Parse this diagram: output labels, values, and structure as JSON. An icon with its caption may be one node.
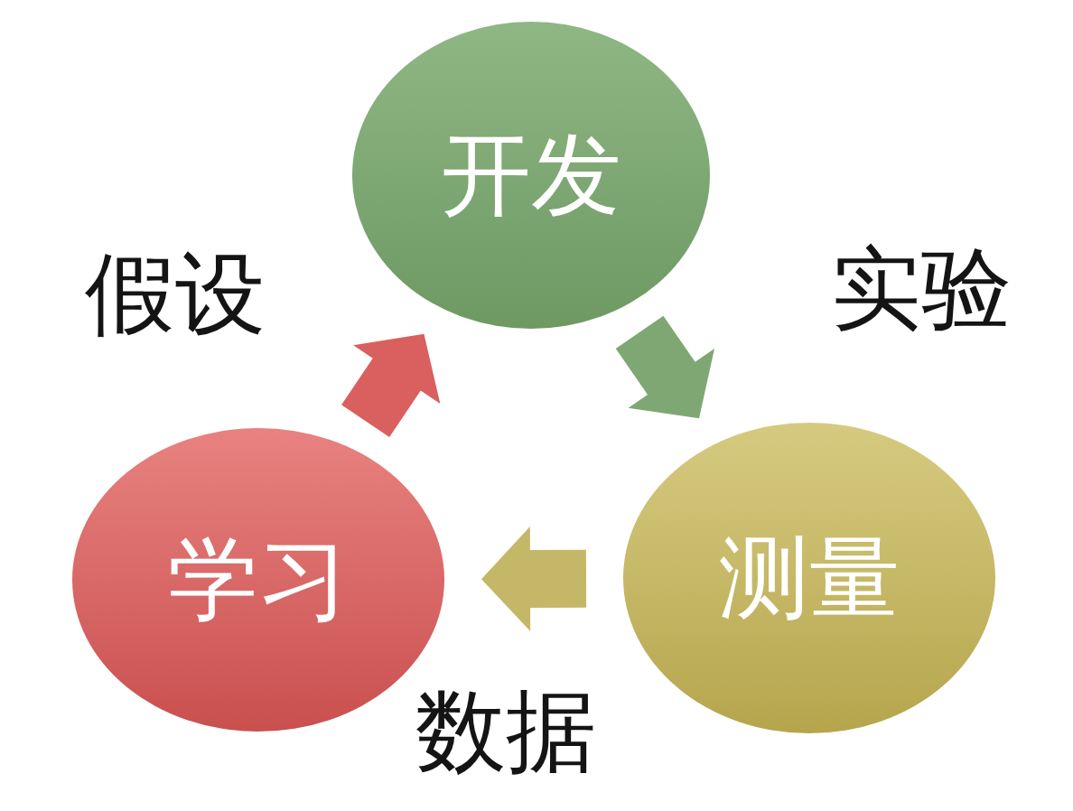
{
  "diagram": {
    "nodes": [
      {
        "text": [
          "开发"
        ]
      },
      {
        "text": [
          "学习"
        ]
      },
      {
        "text": [
          "测量"
        ]
      }
    ],
    "edges": [
      {
        "from": 0,
        "to": 2,
        "arrow": "to",
        "label": "实验",
        "color": "#7fa774"
      },
      {
        "from": 2,
        "to": 1,
        "arrow": "to",
        "label": "数据",
        "color": "#c4b868"
      },
      {
        "from": 1,
        "to": 0,
        "arrow": "to",
        "label": "假设",
        "color": "#d9605e"
      }
    ]
  }
}
